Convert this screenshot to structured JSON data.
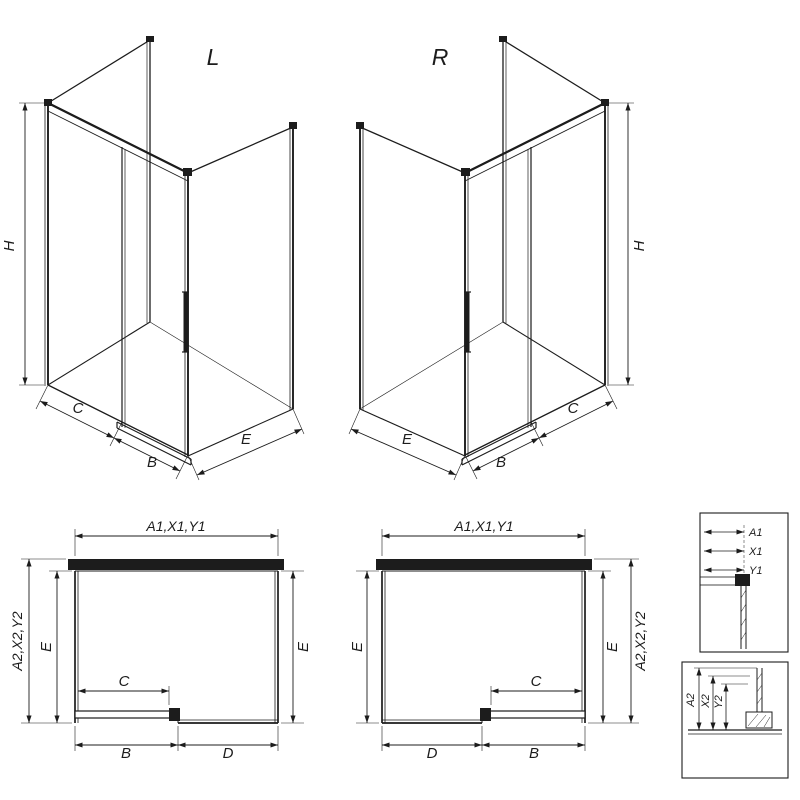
{
  "colors": {
    "line": "#1c1c1c",
    "background": "#ffffff"
  },
  "iso_left": {
    "variant": "L",
    "h": "H",
    "c": "C",
    "b": "B",
    "e": "E"
  },
  "iso_right": {
    "variant": "R",
    "h": "H",
    "c": "C",
    "b": "B",
    "e": "E"
  },
  "plan_left": {
    "top": "A1,X1,Y1",
    "outer_left": "A2,X2,Y2",
    "left": "E",
    "right": "E",
    "door": "C",
    "bottom_left": "B",
    "bottom_right": "D"
  },
  "plan_right": {
    "top": "A1,X1,Y1",
    "outer_right": "A2,X2,Y2",
    "left": "E",
    "right": "E",
    "door": "C",
    "bottom_left": "D",
    "bottom_right": "B"
  },
  "detail_top": {
    "d1": "A1",
    "d2": "X1",
    "d3": "Y1"
  },
  "detail_bottom": {
    "d1": "A2",
    "d2": "X2",
    "d3": "Y2"
  }
}
